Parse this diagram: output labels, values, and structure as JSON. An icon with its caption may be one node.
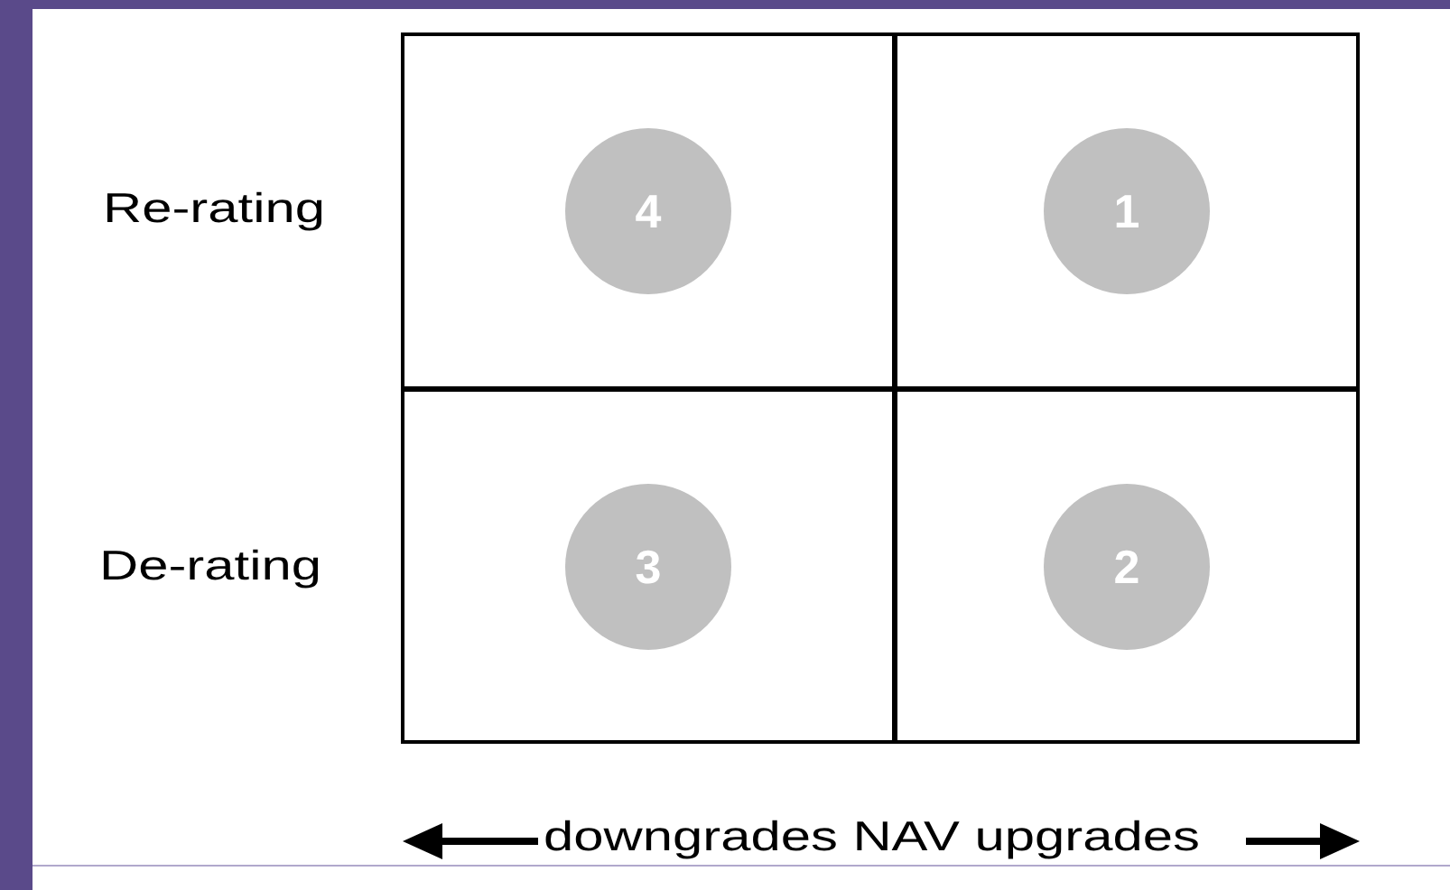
{
  "diagram": {
    "nodes": [
      {
        "text": [],
        "shape": "box"
      },
      {
        "text": [
          "4"
        ],
        "in": 0
      },
      {
        "text": [],
        "shape": "box"
      },
      {
        "text": [
          "1"
        ],
        "in": 2
      },
      {
        "text": [],
        "shape": "box"
      },
      {
        "text": [
          "3"
        ],
        "in": 4
      },
      {
        "text": [],
        "shape": "box"
      },
      {
        "text": [
          "2"
        ],
        "in": 6
      }
    ],
    "labels": [
      "Re-rating",
      "De-rating",
      "downgrades NAV upgrades"
    ]
  }
}
